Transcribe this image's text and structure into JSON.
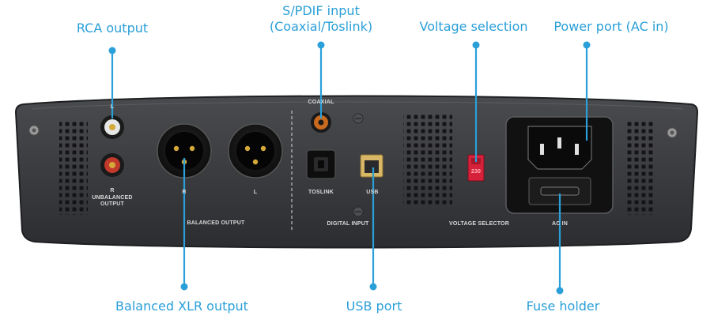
{
  "callouts": {
    "rca_output": "RCA output",
    "spdif_input_line1": "S/PDIF input",
    "spdif_input_line2": "(Coaxial/Toslink)",
    "voltage_selection": "Voltage selection",
    "power_port": "Power port (AC in)",
    "balanced_xlr_output": "Balanced XLR output",
    "usb_port": "USB port",
    "fuse_holder": "Fuse holder"
  },
  "panel_labels": {
    "rca_l": "L",
    "rca_r": "R",
    "unbalanced_line1": "UNBALANCED",
    "unbalanced_line2": "OUTPUT",
    "xlr_r": "R",
    "xlr_l": "L",
    "balanced_output": "BALANCED OUTPUT",
    "coaxial": "COAXIAL",
    "toslink": "TOSLINK",
    "usb": "USB",
    "digital_input": "DIGITAL INPUT",
    "voltage_value": "230",
    "voltage_selector": "VOLTAGE SELECTOR",
    "ac_in": "AC IN"
  },
  "colors": {
    "callout_blue": "#2a9fd8",
    "panel": "#3b3c3f",
    "panel_edge": "#1e1f21",
    "label_gray": "#d9d9d9",
    "rca_red": "#c0392b",
    "voltage_switch_red": "#d6213a",
    "gold": "#d4a93a"
  }
}
